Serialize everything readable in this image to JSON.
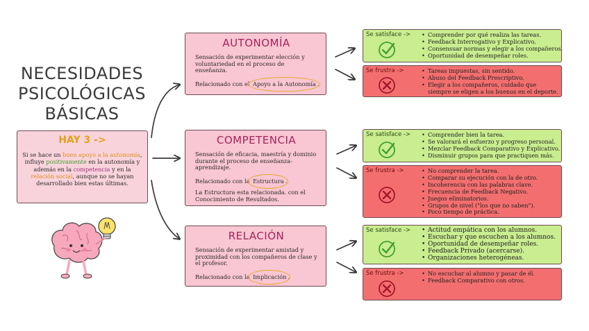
{
  "title": {
    "line1": "NECESIDADES",
    "line2": "PSICOLÓGICAS",
    "line3": "BÁSICAS"
  },
  "summary": {
    "heading": "HAY 3 ->",
    "text_1": "Si se hace un ",
    "hl_1": "buen apoyo a la autonomía",
    "text_2": ", influye ",
    "hl_2": "positivamente",
    "text_3": " en la autonomía y además en la ",
    "hl_3": "competencia",
    "text_4": " y en la ",
    "hl_4": "relación social",
    "text_5": ", aunque no se hayan desarrollado bien estas últimas."
  },
  "needs": [
    {
      "title": "AUTONOMÍA",
      "description": "Sensación de experimentar elección y voluntariedad en el proceso de enseñanza.",
      "related_prefix": "Relacionado con el ",
      "related_term": "Apoyo a la Autonomía",
      "related_suffix": ".",
      "extra": "",
      "satisfied": {
        "label": "Se satisface ->",
        "items": [
          "Comprender por qué realiza las tareas.",
          "Feedback Interrogativo y Explicativo.",
          "Consensuar normas y elegir a los compañeros.",
          "Oportunidad de desempeñar roles."
        ]
      },
      "frustrated": {
        "label": "Se frustra ->",
        "items": [
          "Tareas impuestas, sin sentido.",
          "Abuso del Feedback Prescriptivo.",
          "Elegir a los compañeros, cuidado que siempre se eligen a los buenos en el deporte."
        ]
      }
    },
    {
      "title": "COMPETENCIA",
      "description": "Sensación de eficacia, maestría y dominio durante el proceso de enseñanza-aprendizaje.",
      "related_prefix": "Relacionado con la ",
      "related_term": "Estructura",
      "related_suffix": ".",
      "extra": "La Estructura esta relacionada. con el Conocimiento de Resultados.",
      "satisfied": {
        "label": "Se satisface ->",
        "items": [
          "Comprender bien la tarea.",
          "Se valorará el esfuerzo y progreso personal.",
          "Mezclar Feedback Comparativo y Explicativo.",
          "Disminuir grupos para que practiquen más."
        ]
      },
      "frustrated": {
        "label": "Se frustra ->",
        "items": [
          "No comprender la tarea.",
          "Comparar su ejecución con la de otro.",
          "Incoherencia con las palabras clave.",
          "Frecuencia de Feedback Negativo.",
          "Juegos eliminatorios.",
          "Grupos de nivel (\"los que no saben\").",
          "Poco tiempo de práctica."
        ]
      }
    },
    {
      "title": "RELACIÓN",
      "description": "Sensación de experimentar amistad y proximidad con los compañeros de clase y el profesor.",
      "related_prefix": "Relacionado con la ",
      "related_term": "Implicación",
      "related_suffix": ".",
      "extra": "",
      "satisfied": {
        "label": "Se satisface ->",
        "items": [
          "Actitud empática con los alumnos.",
          "Escuchar y que escuchen a los alumnos.",
          "Oportunidad de desempeñar roles.",
          "Feedback Privado (acercarse).",
          "Organizaciones heterogéneas."
        ]
      },
      "frustrated": {
        "label": "Se frustra ->",
        "items": [
          "No escuchar al alumno y pasar de él.",
          "Feedback Comparativo con otros."
        ]
      }
    }
  ],
  "colors": {
    "need_bg": "#f9c6d3",
    "need_title": "#a3235a",
    "satisfied_bg": "#c9ed8f",
    "frustrated_bg": "#f36f6f",
    "highlight_orange": "#dd8d15",
    "highlight_green": "#3a9d2a",
    "highlight_purple": "#a0307a"
  },
  "icons": {
    "satisfied": "check-circle-icon",
    "frustrated": "x-circle-icon",
    "mascot": "brain-lightbulb-illustration"
  }
}
